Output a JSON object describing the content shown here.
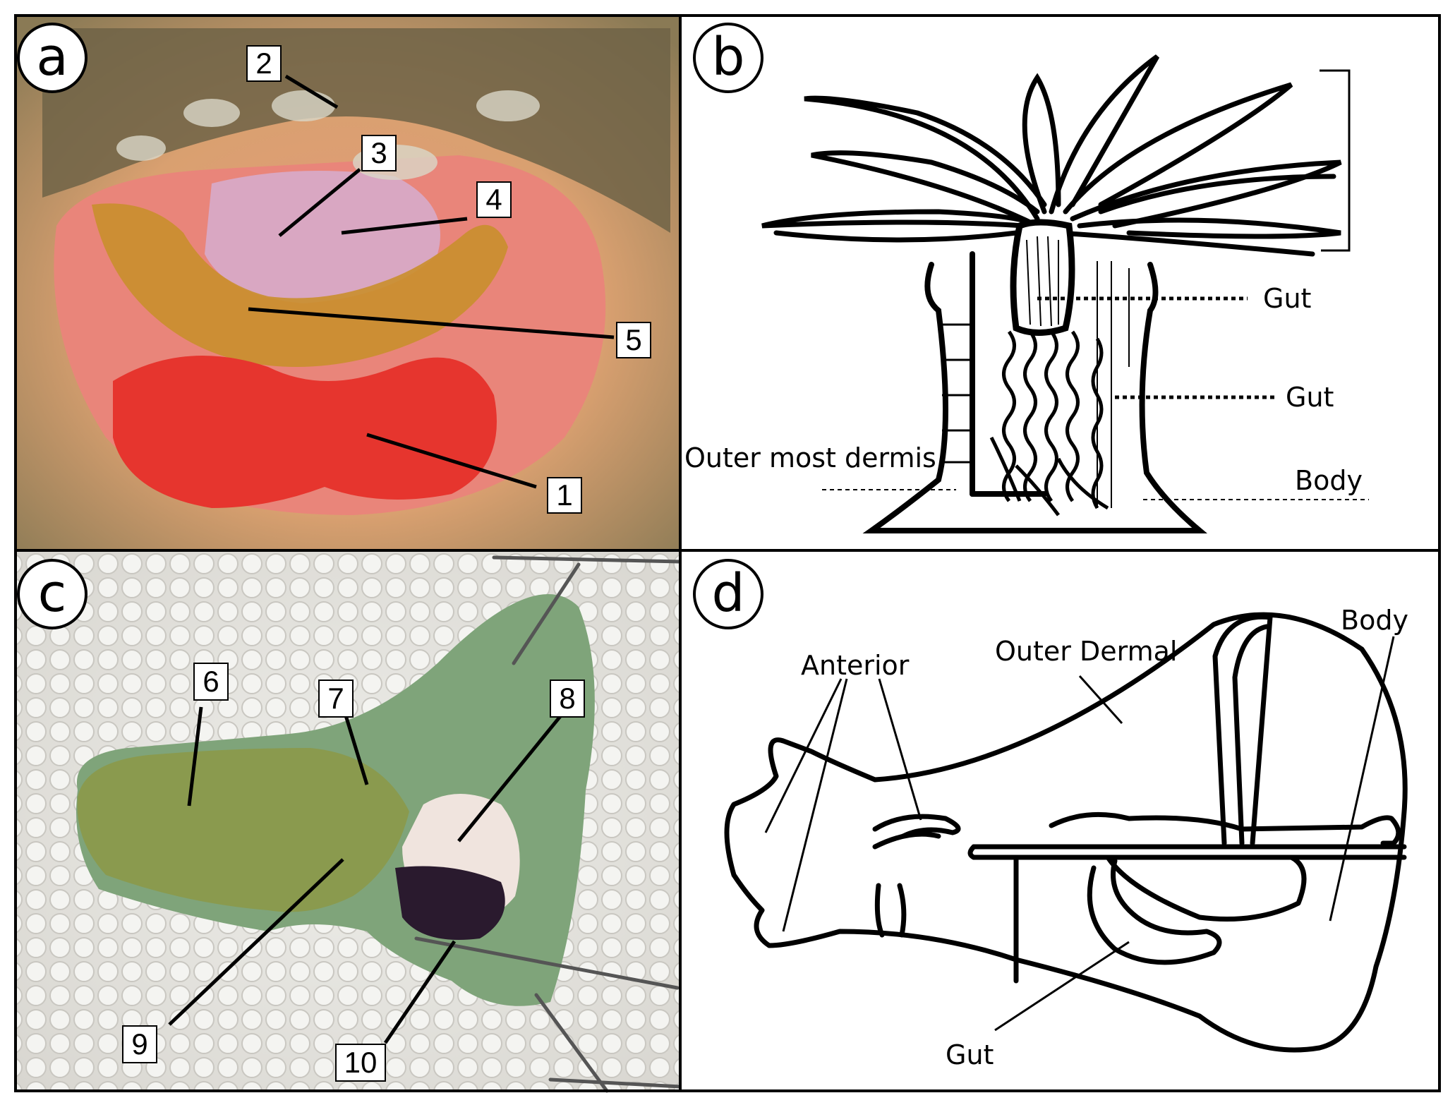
{
  "panels": {
    "a": {
      "letter": "a",
      "markers": [
        "1",
        "2",
        "3",
        "4",
        "5"
      ]
    },
    "b": {
      "letter": "b",
      "labels": {
        "gut_upper": "Gut",
        "gut_lower": "Gut",
        "outer": "Outer most dermis",
        "body": "Body"
      }
    },
    "c": {
      "letter": "c",
      "markers": [
        "6",
        "7",
        "8",
        "9",
        "10"
      ]
    },
    "d": {
      "letter": "d",
      "labels": {
        "anterior": "Anterior",
        "outer": "Outer Dermal",
        "body": "Body",
        "gut": "Gut"
      }
    }
  }
}
